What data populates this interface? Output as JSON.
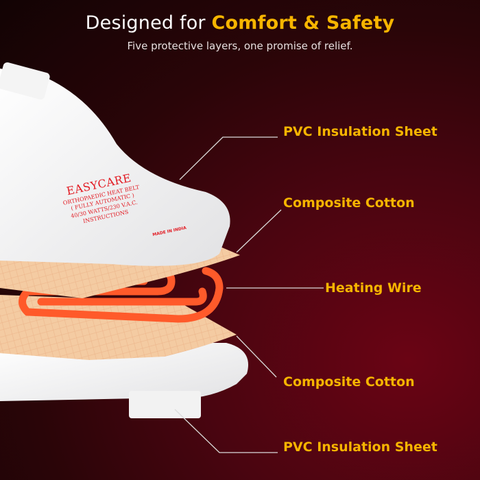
{
  "header": {
    "title_prefix": "Designed for ",
    "title_highlight": "Comfort & Safety",
    "subtitle": "Five protective layers, one promise of relief."
  },
  "layers": [
    {
      "label": "PVC Insulation Sheet"
    },
    {
      "label": "Composite Cotton"
    },
    {
      "label": "Heating Wire"
    },
    {
      "label": "Composite Cotton"
    },
    {
      "label": "PVC Insulation Sheet"
    }
  ],
  "product_label": {
    "brand": "EASYCARE",
    "line1": "ORTHOPAEDIC HEAT BELT",
    "line2": "( FULLY AUTOMATIC )",
    "line3": "40/30 WATTS/230 V.A.C.",
    "instructions_title": "INSTRUCTIONS",
    "made_in": "MADE IN INDIA"
  },
  "colors": {
    "accent": "#f7b500",
    "wire": "#ff5a2a",
    "cotton": "#f3c9a0",
    "background": "#4a0510"
  }
}
